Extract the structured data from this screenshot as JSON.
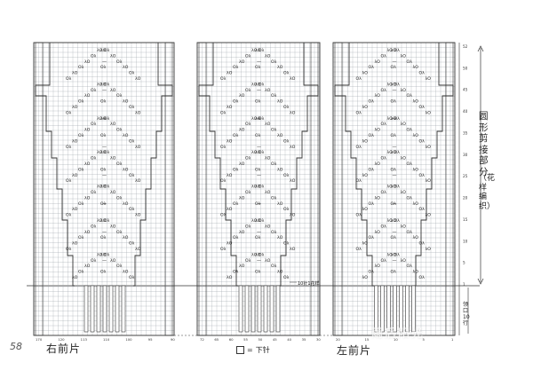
{
  "labels": {
    "right_front": "右前片",
    "left_front": "左前片",
    "legend_symbol": "□",
    "legend_eq": "=",
    "legend_text": "下针",
    "page_number": "58",
    "side_title": "圆形剪接部分",
    "side_subtitle": "（花样编织）",
    "ribbing": "领口10行",
    "note": "10针1花样",
    "watermark": "雨后阳光"
  },
  "row_numbers": [
    "52",
    "50",
    "45",
    "40",
    "35",
    "30",
    "25",
    "20",
    "15",
    "10",
    "5",
    "1"
  ],
  "stitch_numbers_left": [
    "170",
    "120",
    "113",
    "110",
    "100",
    "95",
    "90"
  ],
  "stitch_numbers_mid": [
    "72",
    "65",
    "60",
    "55",
    "50",
    "45",
    "40",
    "35",
    "30"
  ],
  "stitch_numbers_right": [
    "20",
    "15",
    "10",
    "5",
    "1"
  ],
  "symbols": {
    "yo_k2tog": "λO",
    "k2tog_yo": "Oλ",
    "purl": "—"
  },
  "colors": {
    "grid": "#9aa3a8",
    "border": "#333333",
    "paper": "#ffffff"
  }
}
